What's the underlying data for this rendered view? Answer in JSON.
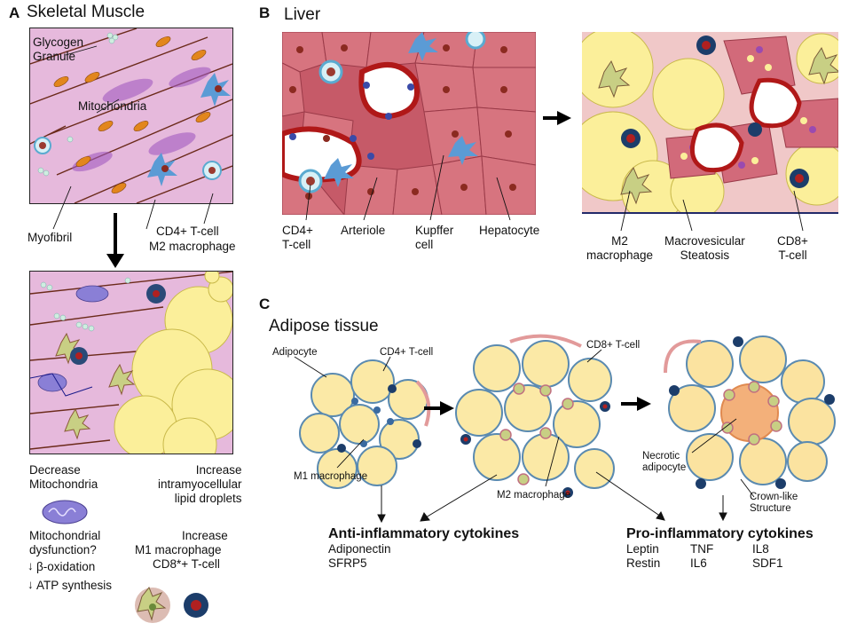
{
  "panel_a": {
    "letter": "A",
    "title": "Skeletal Muscle",
    "labels": {
      "glycogen": "Glycogen\nGranule",
      "mitochondria": "Mitochondria",
      "myofibril": "Myofibril",
      "cd4": "CD4+ T-cell",
      "m2": "M2 macrophage"
    },
    "bottom": {
      "decrease": "Decrease\nMitochondria",
      "dysfunction": "Mitochondrial\ndysfunction?",
      "beta": "β-oxidation",
      "atp": "ATP synthesis",
      "increase_lipid": "Increase\nintramyocellular\nlipid droplets",
      "increase": "Increase",
      "m1": "M1 macrophage",
      "cd8": "CD8*+ T-cell"
    }
  },
  "panel_b": {
    "letter": "B",
    "title": "Liver",
    "labels": {
      "cd4": "CD4+\nT-cell",
      "arteriole": "Arteriole",
      "kupffer": "Kupffer\ncell",
      "hepatocyte": "Hepatocyte",
      "m2": "M2\nmacrophage",
      "steatosis": "Macrovesicular\nSteatosis",
      "cd8": "CD8+\nT-cell"
    }
  },
  "panel_c": {
    "letter": "C",
    "title": "Adipose tissue",
    "labels": {
      "adipocyte": "Adipocyte",
      "cd4": "CD4+ T-cell",
      "cd8": "CD8+ T-cell",
      "m1": "M1 macrophage",
      "m2": "M2 macrophage",
      "necrotic": "Necrotic\nadipocyte",
      "crown": "Crown-like\nStructure"
    },
    "anti": {
      "title": "Anti-inflammatory cytokines",
      "items": [
        "Adiponectin",
        "SFRP5"
      ]
    },
    "pro": {
      "title": "Pro-inflammatory cytokines",
      "col1": [
        "Leptin",
        "Restin"
      ],
      "col2": [
        "TNF",
        "IL6"
      ],
      "col3": [
        "IL8",
        "SDF1"
      ]
    }
  },
  "colors": {
    "muscle_bg": "#e6b9dc",
    "mito": "#e2861c",
    "lipid": "#fbef9a",
    "liver": "#c65a68",
    "arteriole": "#b01818",
    "tcell": "#1c3d6a",
    "kupffer": "#5b9bd5",
    "m2": "#c8cf84"
  }
}
